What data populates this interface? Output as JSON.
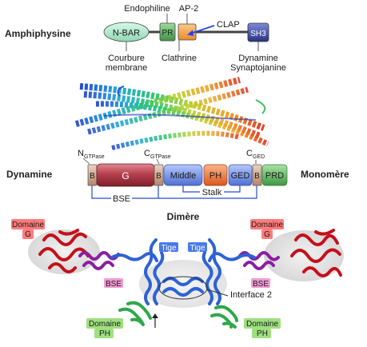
{
  "amphiphysin": {
    "title": "Amphiphysine",
    "domains": {
      "nbar": "N-BAR",
      "pr": "PR",
      "sh3": "SH3"
    },
    "labels": {
      "endophiline": "Endophiline",
      "ap2": "AP-2",
      "clap": "CLAP",
      "courbure1": "Courbure",
      "courbure2": "membrane",
      "clathrine": "Clathrine",
      "dynamine": "Dynamine",
      "synaptojanine": "Synaptojanine"
    }
  },
  "dynamin": {
    "title": "Dynamine",
    "monomer_title": "Monomère",
    "domains": {
      "b1": "B",
      "g": "G",
      "b2": "B",
      "middle": "Middle",
      "ph": "PH",
      "ged": "GED",
      "b3": "B",
      "prd": "PRD"
    },
    "terminals": {
      "n_gtpase": {
        "main": "N",
        "sub": "GTPase"
      },
      "c_gtpase": {
        "main": "C",
        "sub": "GTPase"
      },
      "c_ged": {
        "main": "C",
        "sub": "GED"
      }
    },
    "brackets": {
      "bse": "BSE",
      "stalk": "Stalk"
    }
  },
  "dimer": {
    "title": "Dimère",
    "labels": {
      "domaine_g_left": [
        "Domaine",
        "G"
      ],
      "domaine_g_right": [
        "Domaine",
        "G"
      ],
      "tige_left": "Tige",
      "tige_right": "Tige",
      "bse_left": "BSE",
      "bse_right": "BSE",
      "interface": "Interface 2",
      "domaine_ph_left": [
        "Domaine",
        "PH"
      ],
      "domaine_ph_right": [
        "Domaine",
        "PH"
      ]
    }
  },
  "colors": {
    "nbar": "#b5ecd2",
    "pr": "#5fb86a",
    "ap2_box": "#f5a24a",
    "sh3": "#3d4aa0",
    "g": "#b8404e",
    "b": "#caa088",
    "middle": "#6f8fe6",
    "ph": "#f07a3a",
    "ged": "#5f7fe0",
    "prd": "#58b060",
    "label_red_bg": "#ff7b7b",
    "label_pink_bg": "#f39ad4",
    "label_blue_bg": "#4a7ae6",
    "label_green_bg": "#9ee07e"
  }
}
